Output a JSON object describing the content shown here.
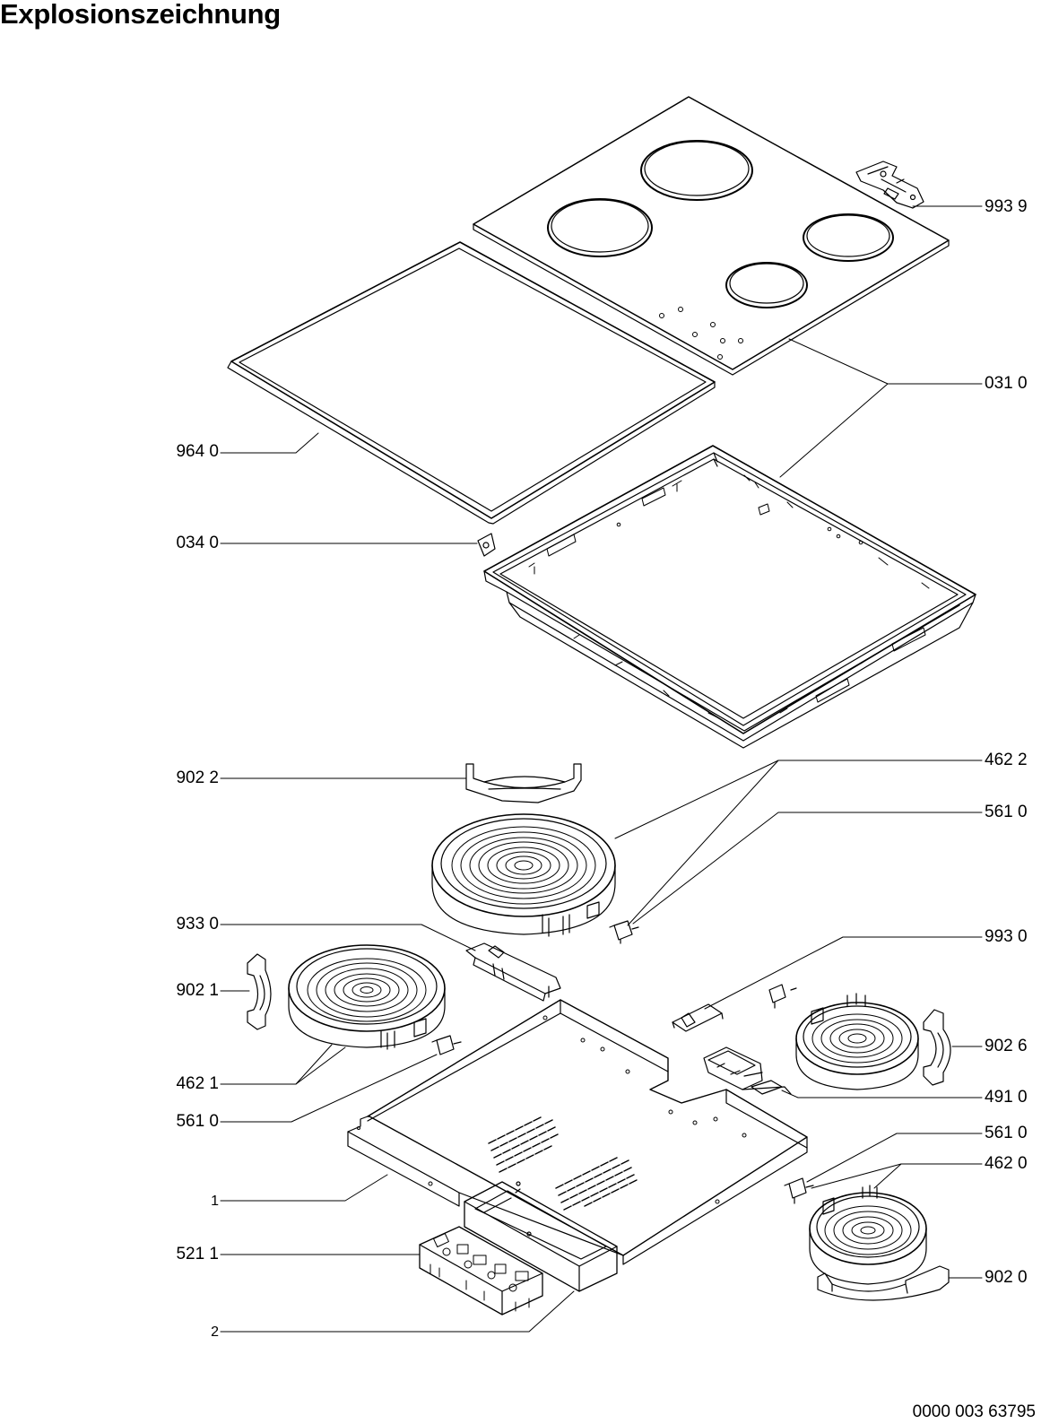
{
  "title": "Explosionszeichnung",
  "document_number": "0000 003 63795",
  "labels": {
    "l_9939": "993 9",
    "l_0310": "031 0",
    "l_9640": "964 0",
    "l_0340": "034 0",
    "l_9022": "902 2",
    "l_4622": "462 2",
    "l_5610a": "561 0",
    "l_9330": "933 0",
    "l_9930": "993 0",
    "l_9021": "902 1",
    "l_9026": "902 6",
    "l_4621": "462 1",
    "l_4910": "491 0",
    "l_5610b": "561 0",
    "l_5610c": "561 0",
    "l_4620": "462 0",
    "l_1": "1",
    "l_5211": "521 1",
    "l_9020": "902 0",
    "l_2": "2"
  },
  "colors": {
    "line": "#000000",
    "background": "#ffffff"
  }
}
